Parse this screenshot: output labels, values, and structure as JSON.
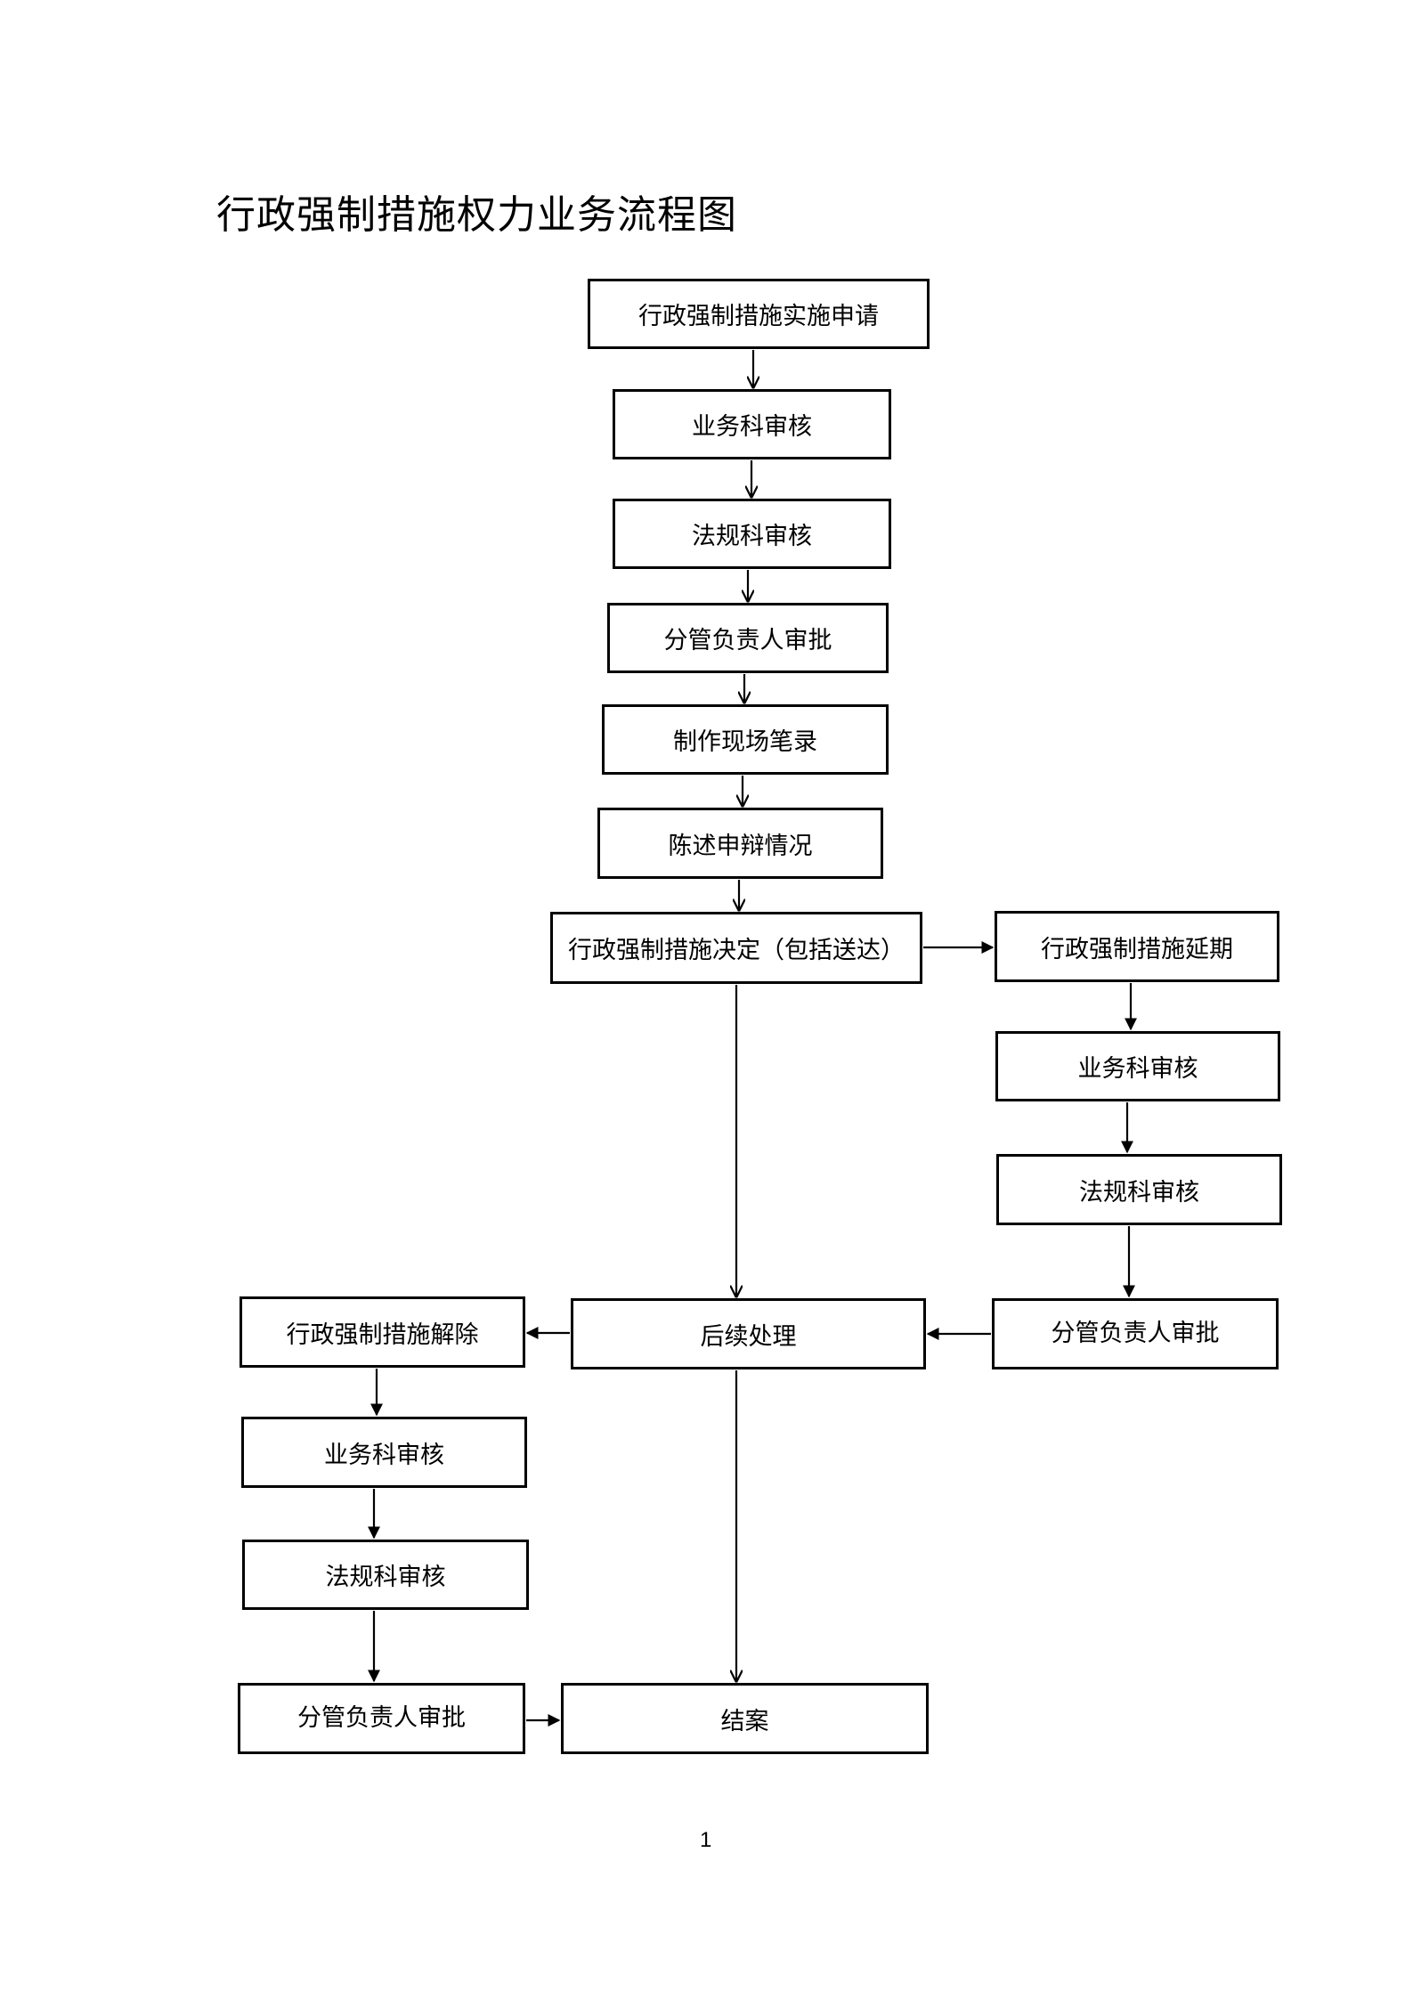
{
  "title": "行政强制措施权力业务流程图",
  "main_flow": [
    "行政强制措施实施申请",
    "业务科审核",
    "法规科审核",
    "分管负责人审批",
    "制作现场笔录",
    "陈述申辩情况",
    "行政强制措施决定（包括送达）",
    "后续处理",
    "结案"
  ],
  "extension_branch": [
    "行政强制措施延期",
    "业务科审核",
    "法规科审核",
    "分管负责人审批"
  ],
  "release_branch": [
    "行政强制措施解除",
    "业务科审核",
    "法规科审核",
    "分管负责人审批"
  ],
  "page_number": "1"
}
